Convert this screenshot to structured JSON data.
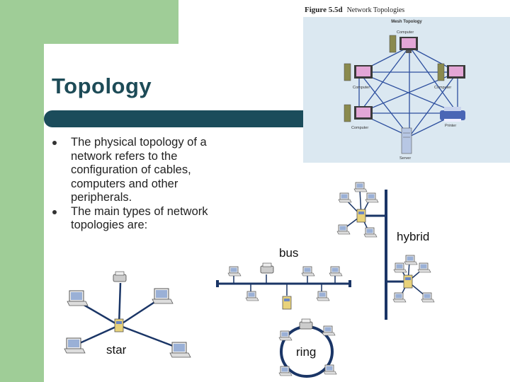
{
  "slide": {
    "title": "Topology",
    "bullets": [
      "The physical topology of a network refers to the configuration of cables, computers and other peripherals.",
      "The main types of network topologies are:"
    ]
  },
  "labels": {
    "bus": "bus",
    "hybrid": "hybrid",
    "star": "star",
    "ring": "ring"
  },
  "figure": {
    "number": "Figure 5.5d",
    "caption": "Network Topologies",
    "subtitle": "Mesh Topology",
    "node_labels": {
      "top": "Computer",
      "left_upper": "Computer",
      "right_upper": "Computer",
      "left_lower": "Computer",
      "printer": "Printer",
      "server": "Server"
    }
  },
  "colors": {
    "accent_green": "#9fcd97",
    "title_bar": "#1b4c5b",
    "title_text": "#1d4b57",
    "bus_line": "#1a3566",
    "mesh_link": "#2d4f9e",
    "figure_panel": "#dbe8f1",
    "monitor_screen": "#e3a6d6"
  },
  "icons": [
    "computer-icon",
    "printer-icon",
    "server-icon",
    "terminator-icon"
  ]
}
